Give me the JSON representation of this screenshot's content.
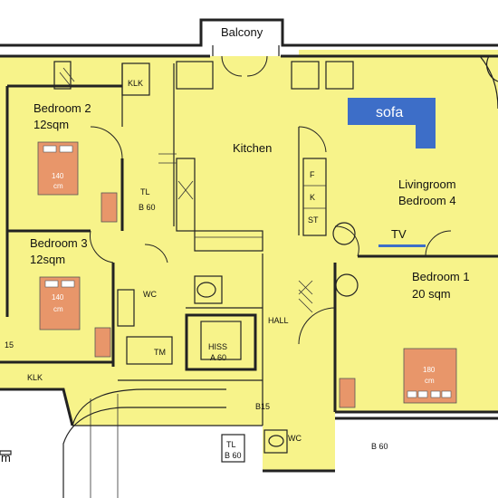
{
  "plan": {
    "balcony": "Balcony",
    "kitchen": "Kitchen",
    "living_line1": "Livingroom",
    "living_line2": "Bedroom 4",
    "bedroom1_name": "Bedroom 1",
    "bedroom1_area": "20 sqm",
    "bedroom2_name": "Bedroom 2",
    "bedroom2_area": "12sqm",
    "bedroom3_name": "Bedroom 3",
    "bedroom3_area": "12sqm",
    "sofa": "sofa",
    "tv": "TV",
    "bed1_size": "180",
    "bed2_size": "140",
    "bed3_size": "140",
    "bed_unit": "cm",
    "klk_top": "KLK",
    "klk_bottom": "KLK",
    "wc1": "WC",
    "wc2": "WC",
    "hall": "HALL",
    "hiss": "HISS",
    "hiss_sub": "A 60",
    "tl_top": "TL",
    "tl_top_sub": "B 60",
    "tl_bottom": "TL",
    "tl_bottom_sub": "B 60",
    "tm": "TM",
    "f": "F",
    "k": "K",
    "st": "ST",
    "b15": "B15",
    "b60": "B 60",
    "num15": "15",
    "edge_m": "m"
  },
  "colors": {
    "floor": "#f7f38a",
    "furniture": "#e8966a",
    "sofa": "#3d6ec8",
    "tv": "#3d6ec8"
  }
}
